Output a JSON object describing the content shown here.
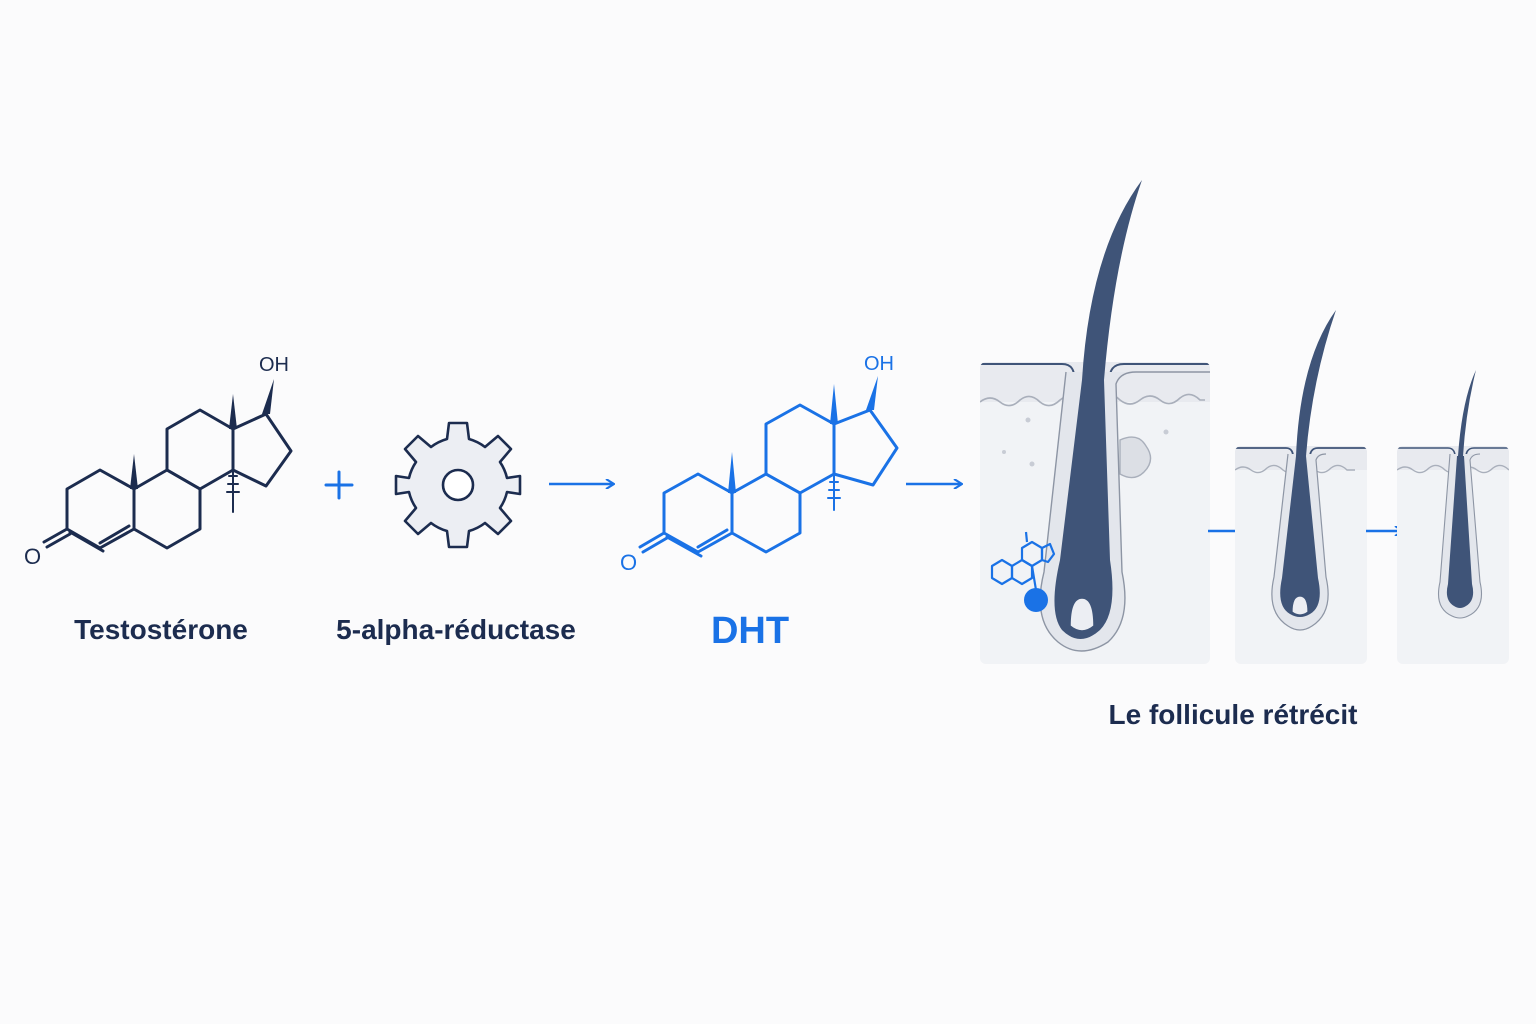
{
  "labels": {
    "testosterone": "Testostérone",
    "enzyme": "5-alpha-réductase",
    "dht": "DHT",
    "follicle": "Le follicule rétrécit"
  },
  "atoms": {
    "hydroxyl": "OH",
    "ketone": "O"
  },
  "operators": {
    "plus": "+"
  },
  "colors": {
    "navy": "#1c2c4f",
    "blue": "#1a72e6",
    "hair": "#3f5478",
    "skin_panel": "#f1f3f6",
    "gear_fill": "#eceef3"
  },
  "icons": [
    "plus-icon",
    "gear-icon",
    "arrow-right-icon",
    "hair-follicle-icon",
    "molecule-icon"
  ]
}
